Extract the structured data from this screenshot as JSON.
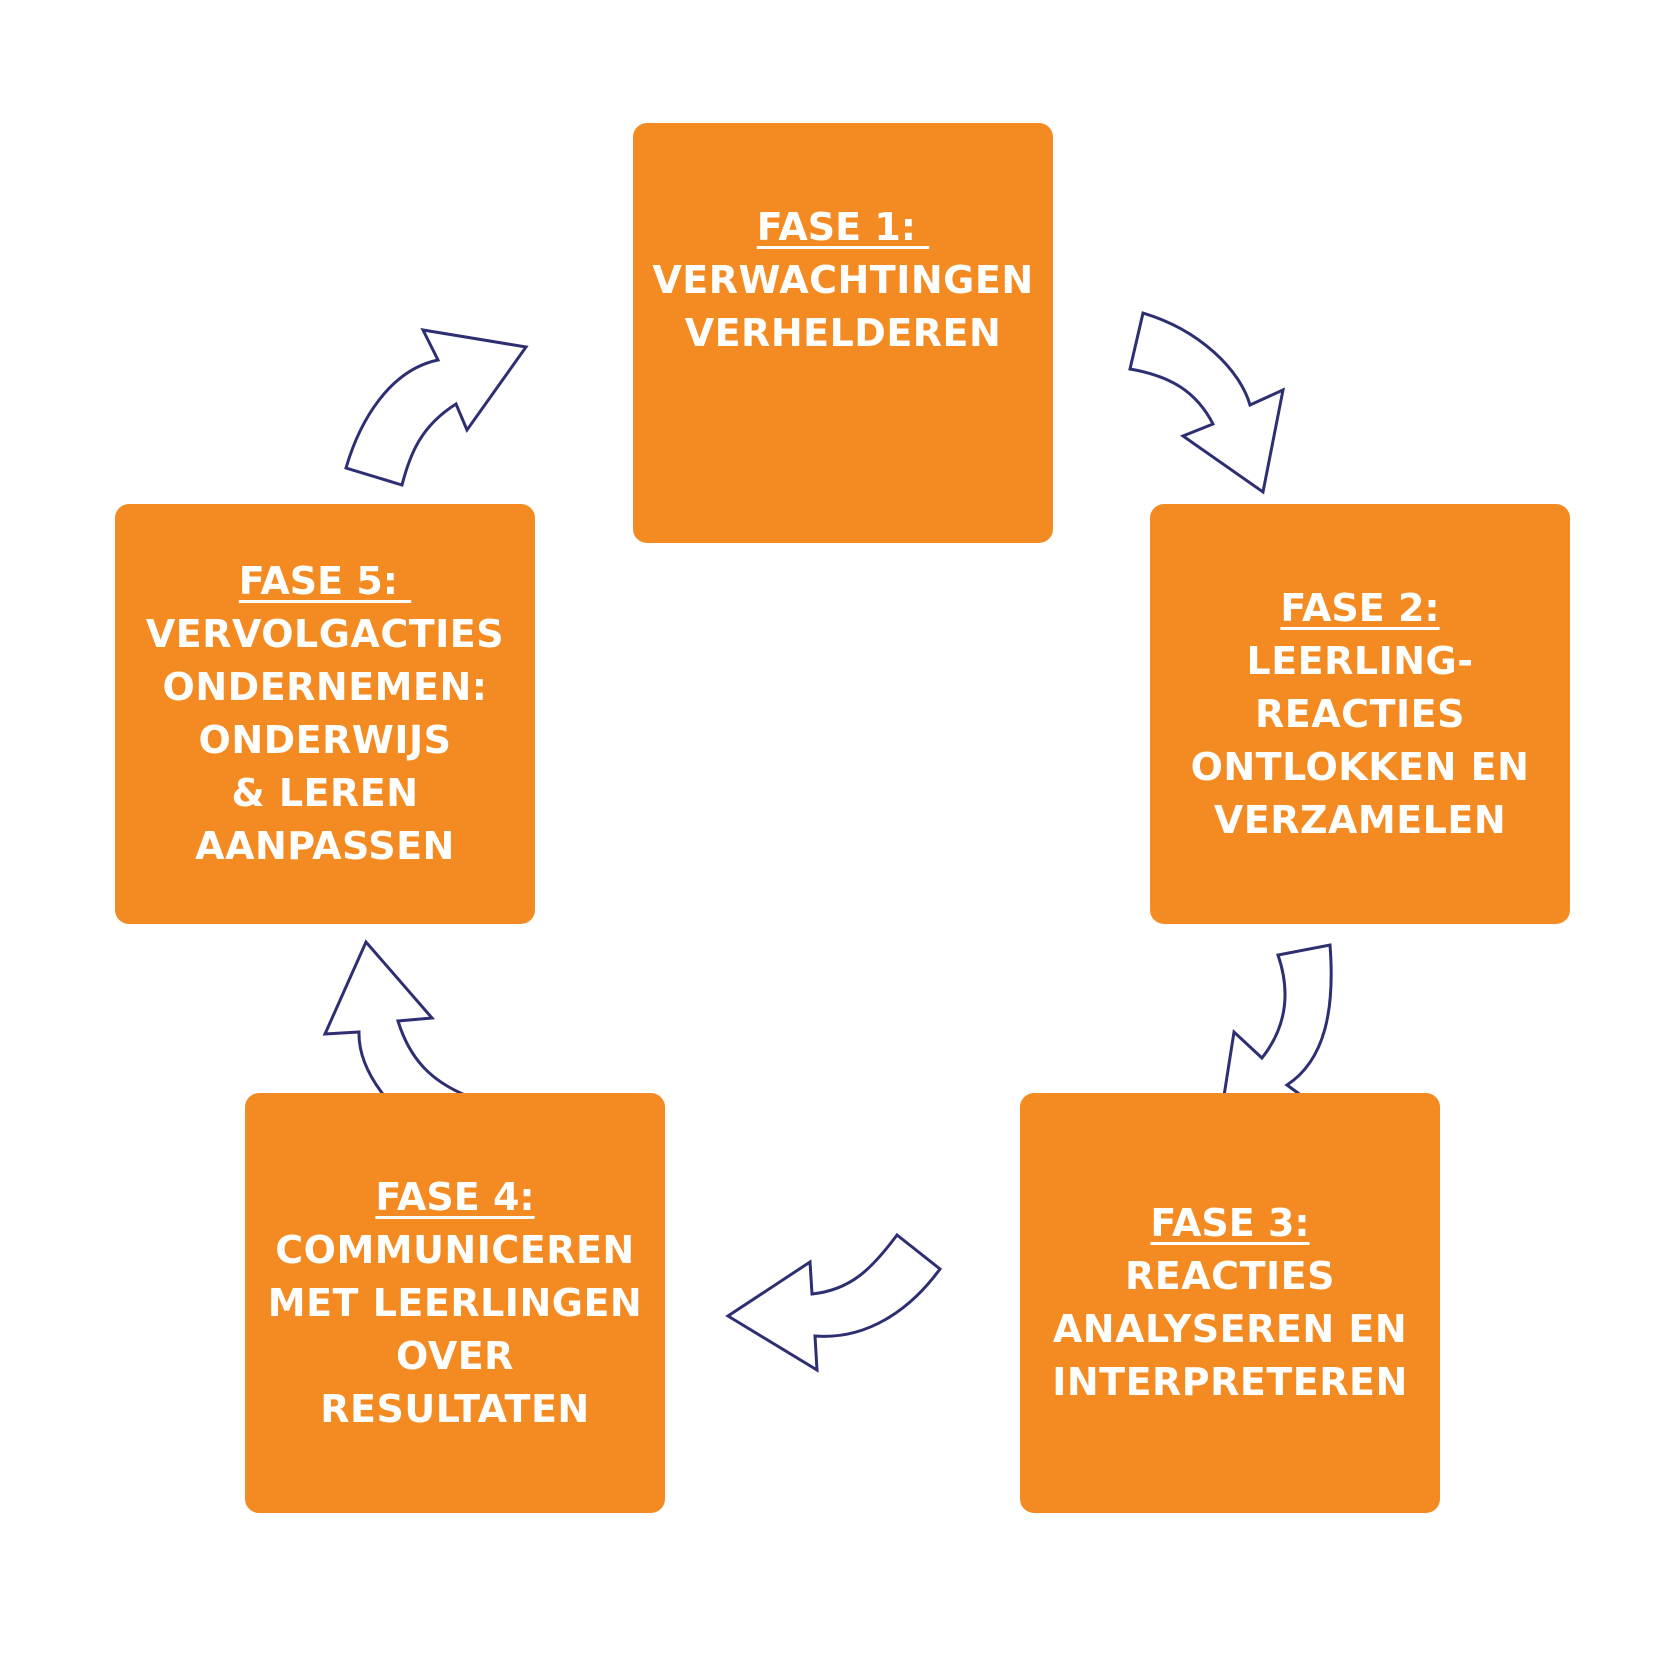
{
  "colors": {
    "box": "#F48B22",
    "arrow_outline": "#2E2F73",
    "text": "#FFFFFF"
  },
  "phases": [
    {
      "title": "FASE 1: ",
      "lines": [
        "VERWACHTINGEN",
        "VERHELDEREN"
      ]
    },
    {
      "title": "FASE 2:",
      "lines": [
        "LEERLING-",
        "REACTIES",
        "ONTLOKKEN EN",
        "VERZAMELEN"
      ]
    },
    {
      "title": "FASE 3:",
      "lines": [
        "REACTIES",
        "ANALYSEREN EN",
        "INTERPRETEREN"
      ]
    },
    {
      "title": "FASE 4:",
      "lines": [
        "COMMUNICEREN",
        "MET LEERLINGEN",
        "OVER",
        "RESULTATEN"
      ]
    },
    {
      "title": "FASE 5: ",
      "lines": [
        "VERVOLGACTIES",
        "ONDERNEMEN:",
        "ONDERWIJS",
        "& LEREN",
        "AANPASSEN"
      ]
    }
  ],
  "arrows": [
    {
      "icon": "curved-arrow-icon",
      "from": "FASE 1: ",
      "to": "FASE 2:"
    },
    {
      "icon": "curved-arrow-icon",
      "from": "FASE 2:",
      "to": "FASE 3:"
    },
    {
      "icon": "curved-arrow-icon",
      "from": "FASE 3:",
      "to": "FASE 4:"
    },
    {
      "icon": "curved-arrow-icon",
      "from": "FASE 4:",
      "to": "FASE 5: "
    },
    {
      "icon": "curved-arrow-icon",
      "from": "FASE 5: ",
      "to": "FASE 1: "
    }
  ]
}
